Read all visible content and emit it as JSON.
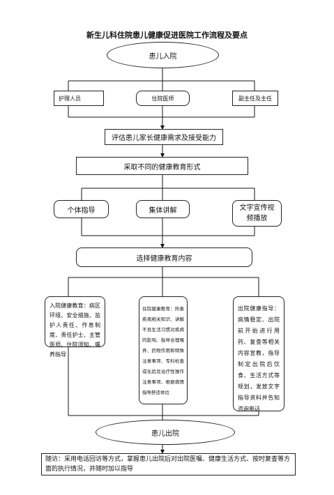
{
  "title": "新生儿科住院患儿健康促进医院工作流程及要点",
  "nodes": {
    "admit": "患儿入院",
    "nurse": "护理人员",
    "doctor": "住院医师",
    "director": "副主任及主任",
    "assess": "评估患儿家长健康需求及接受能力",
    "forms": "采取不同的健康教育形式",
    "individual": "个体指导",
    "group": "集体讲解",
    "written": "文字宣传视频播放",
    "content": "选择健康教育内容",
    "edu_admit": "入院健康教育：病区环境、安全措施、监护人责任、作息制度、责任护士、主管医师、住院须知、嘱养指导",
    "edu_stay": "住院健康教育：所患疾病相关知识、讲解不良生活习惯对疾病的影响、指导合理喂养、药物作用和特殊注意事项、专科检查或化验及治疗性操作注意事项、根据病情指导舒适体位",
    "edu_discharge": "出院健康指导：病情稳定、出院前开始进行用药、复查等相关内容宣教，指导制定出院后饮食、生活方式等规划，发放文字指导资料并告知咨询电话",
    "discharge": "患儿出院",
    "followup": "随访：采用电话回访等方式，掌握患儿出院后对出院医嘱、健康生活方式、按时复查等方面的执行情况，并随时加以指导"
  }
}
